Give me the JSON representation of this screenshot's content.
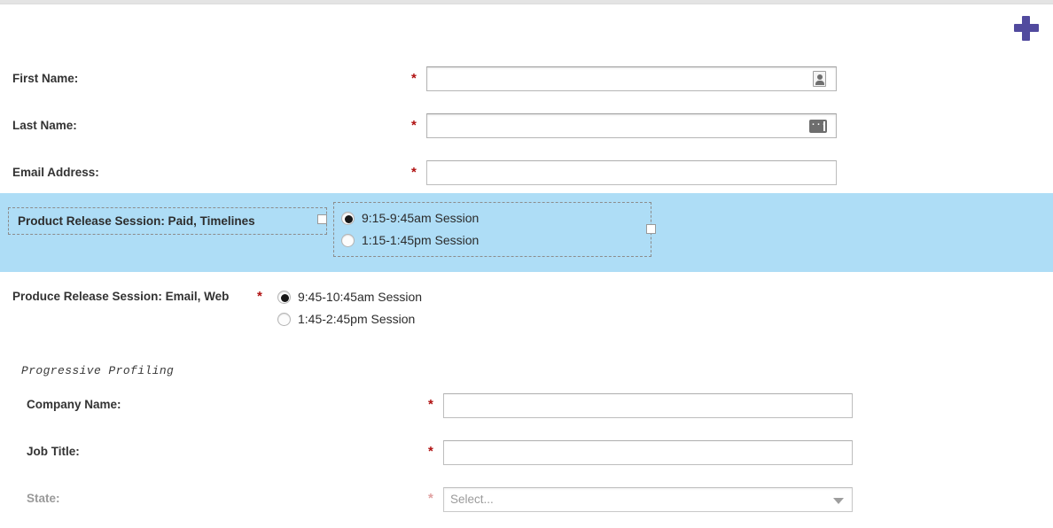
{
  "toolbar": {
    "add_icon": "plus-icon"
  },
  "form": {
    "fields": [
      {
        "label": "First Name:",
        "required_marker": "*",
        "value": "",
        "placeholder": "",
        "autofill_icon": "contact-card-icon"
      },
      {
        "label": "Last Name:",
        "required_marker": "*",
        "value": "",
        "placeholder": "",
        "autofill_icon": "autofill-dots-icon"
      },
      {
        "label": "Email Address:",
        "required_marker": "*",
        "value": "",
        "placeholder": "",
        "autofill_icon": ""
      }
    ]
  },
  "selected_block": {
    "label": "Product Release Session: Paid, Timelines",
    "highlight_color": "#aeddf6",
    "options": [
      {
        "label": "9:15-9:45am Session",
        "selected": true
      },
      {
        "label": "1:15-1:45pm Session",
        "selected": false
      }
    ]
  },
  "radio_group": {
    "label": "Produce Release Session: Email, Web",
    "required_marker": "*",
    "options": [
      {
        "label": "9:45-10:45am Session",
        "selected": true
      },
      {
        "label": "1:45-2:45pm Session",
        "selected": false
      }
    ]
  },
  "progressive": {
    "section_title": "Progressive Profiling",
    "fields": [
      {
        "label": "Company Name:",
        "required_marker": "*",
        "value": "",
        "placeholder": ""
      },
      {
        "label": "Job Title:",
        "required_marker": "*",
        "value": "",
        "placeholder": ""
      }
    ],
    "state_field": {
      "label": "State:",
      "required_marker": "*",
      "placeholder": "Select...",
      "selected_value": "Select..."
    }
  },
  "colors": {
    "accent_plus": "#514a9e",
    "required_red": "#b01010",
    "selection_blue": "#aeddf6"
  }
}
